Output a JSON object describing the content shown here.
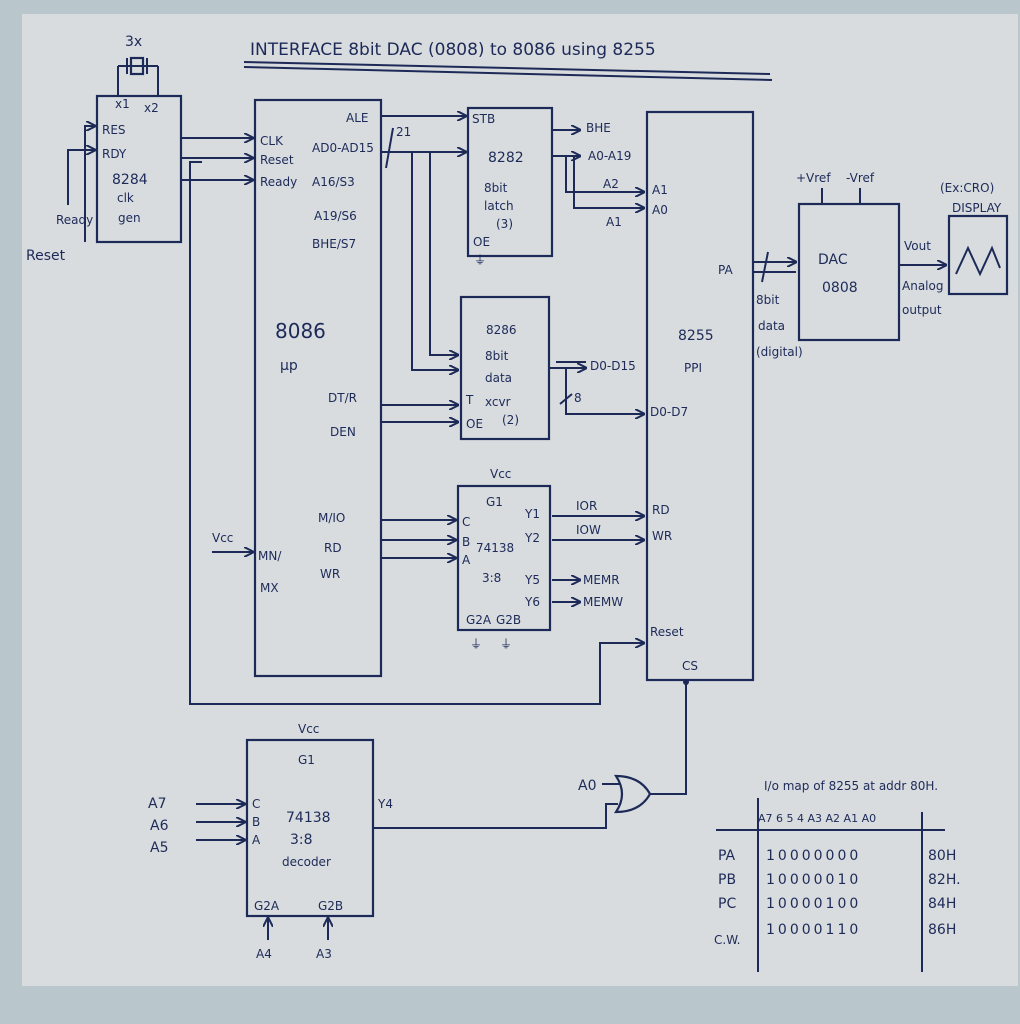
{
  "title": "INTERFACE 8bit DAC (0808) to 8086 using 8255",
  "crystal": {
    "label": "3x",
    "x1": "x1",
    "x2": "x2"
  },
  "clock_gen": {
    "pins": [
      "RES",
      "RDY"
    ],
    "name": [
      "8284",
      "clk",
      "gen"
    ],
    "ready": "Ready",
    "reset": "Reset"
  },
  "cpu": {
    "name": "8086",
    "sub": "μp",
    "left_pins": [
      "CLK",
      "Reset",
      "Ready"
    ],
    "right_pins": [
      "ALE",
      "AD0-AD15",
      "A16/S3",
      "A19/S6",
      "BHE/S7"
    ],
    "dt_pins": [
      "DT/R",
      "DEN"
    ],
    "ctl_pins": [
      "M/IO",
      "RD",
      "WR"
    ],
    "mnmx": [
      "MN/",
      "MX"
    ],
    "vcc": "Vcc",
    "bus_count": "21"
  },
  "latch": {
    "stb": "STB",
    "lines": [
      "8282",
      "8bit",
      "latch",
      "(3)"
    ],
    "oe": "OE",
    "outs": [
      "BHE",
      "A0-A19",
      "A2",
      "A1"
    ]
  },
  "xcvr": {
    "lines": [
      "8286",
      "8bit",
      "data",
      "xcvr",
      "(2)"
    ],
    "t": "T",
    "oe": "OE",
    "data": "D0-D15",
    "bits": "8"
  },
  "decoder1": {
    "vcc": "Vcc",
    "g1": "G1",
    "inputs": [
      "C",
      "B",
      "A"
    ],
    "lines": [
      "74138",
      "3:8"
    ],
    "outputs": [
      "Y1",
      "Y2",
      "Y5",
      "Y6"
    ],
    "out_labels": [
      "IOR",
      "IOW",
      "MEMR",
      "MEMW"
    ],
    "enables": [
      "G2A",
      "G2B"
    ]
  },
  "ppi": {
    "name": "8255",
    "sub": "PPI",
    "pins": [
      "A1",
      "A0",
      "PA",
      "D0-D7",
      "RD",
      "WR",
      "Reset",
      "CS"
    ]
  },
  "dac": {
    "name": "DAC",
    "model": "0808",
    "vref_pos": "+Vref",
    "vref_neg": "-Vref",
    "vout": "Vout",
    "analog": [
      "Analog",
      "output"
    ],
    "bus": [
      "8bit",
      "data",
      "(digital)"
    ]
  },
  "display": {
    "lines": [
      "(Ex:CRO)",
      "DISPLAY"
    ]
  },
  "decoder2": {
    "vcc": "Vcc",
    "g1": "G1",
    "in_addr": [
      "A7",
      "A6",
      "A5"
    ],
    "inputs": [
      "C",
      "B",
      "A"
    ],
    "lines": [
      "74138",
      "3:8",
      "decoder"
    ],
    "output": "Y4",
    "enables": [
      "G2A",
      "G2B"
    ],
    "en_addr": [
      "A4",
      "A3"
    ]
  },
  "gate": {
    "input": "A0"
  },
  "io_map": {
    "title": "I/o map of 8255 at addr 80H.",
    "header": "A7 6 5 4 A3 A2 A1 A0",
    "rows": [
      {
        "port": "PA",
        "bits": "10000000",
        "addr": "80H"
      },
      {
        "port": "PB",
        "bits": "10000010",
        "addr": "82H."
      },
      {
        "port": "PC",
        "bits": "10000100",
        "addr": "84H"
      },
      {
        "port": "C.W.",
        "bits": "10000110",
        "addr": "86H"
      }
    ]
  }
}
